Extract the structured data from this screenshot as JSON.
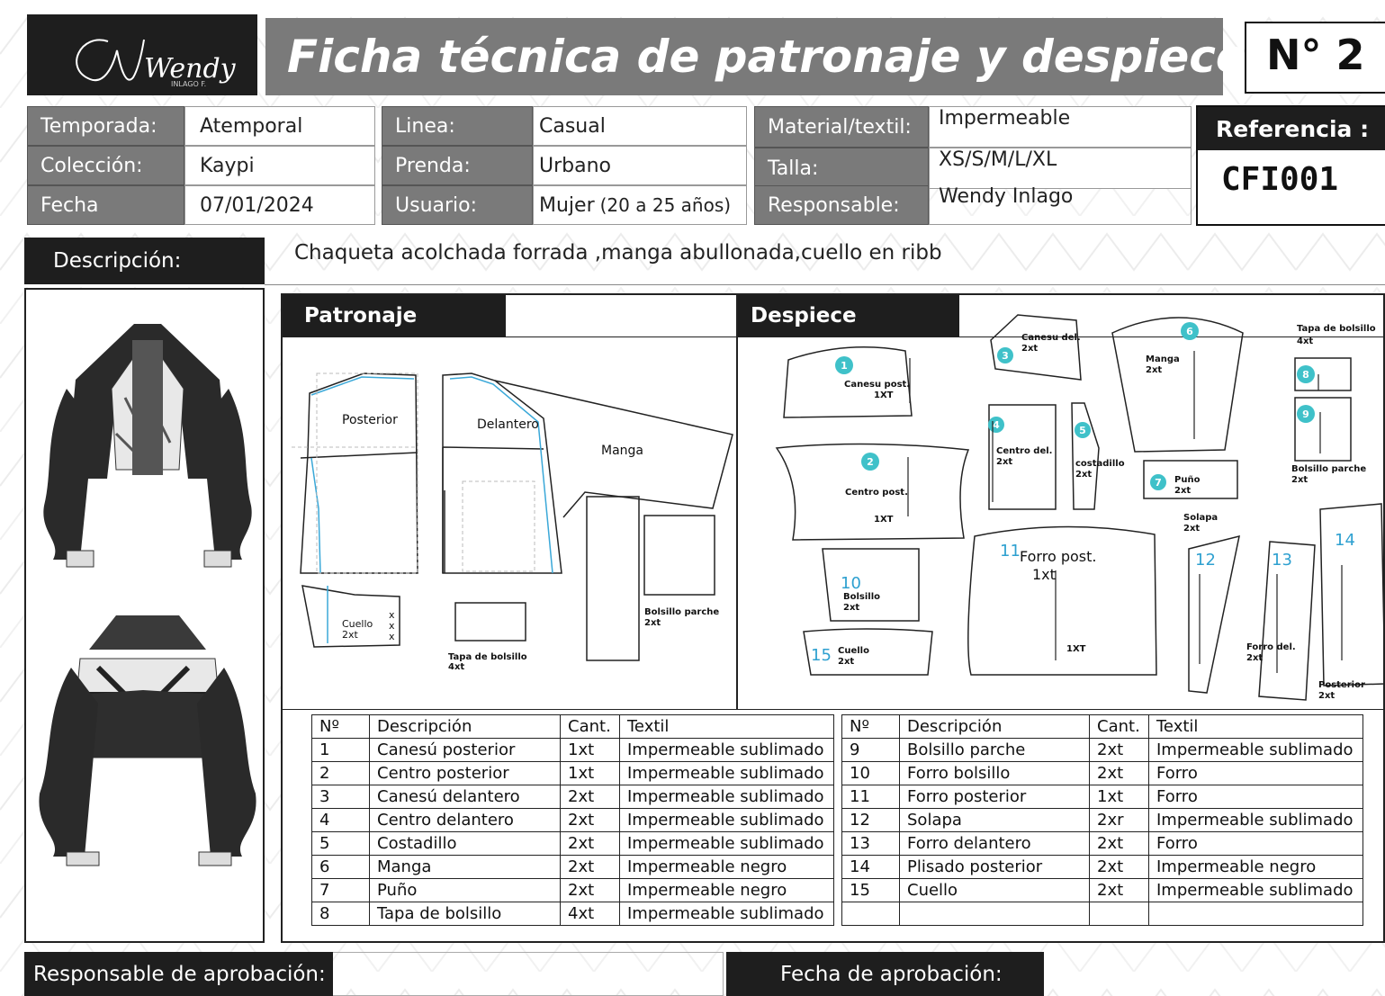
{
  "header": {
    "logo_text": "Wendy",
    "logo_sub": "INLAGO F.",
    "title": "Ficha técnica de patronaje y despiece",
    "number": "N° 2"
  },
  "info": {
    "temporada_label": "Temporada:",
    "temporada": "Atemporal",
    "coleccion_label": "Colección:",
    "coleccion": "Kaypi",
    "fecha_label": "Fecha",
    "fecha": "07/01/2024",
    "linea_label": "Linea:",
    "linea": "Casual",
    "prenda_label": "Prenda:",
    "prenda": "Urbano",
    "usuario_label": "Usuario:",
    "usuario": "Mujer",
    "usuario_extra": "(20 a 25 años)",
    "material_label": "Material/textil:",
    "material": "Impermeable",
    "talla_label": "Talla:",
    "talla": "XS/S/M/L/XL",
    "responsable_label": "Responsable:",
    "responsable": "Wendy Inlago",
    "referencia_label": "Referencia :",
    "referencia": "CFI001"
  },
  "descripcion": {
    "label": "Descripción:",
    "value": "Chaqueta acolchada forrada ,manga abullonada,cuello en ribb"
  },
  "patronaje": {
    "heading": "Patronaje",
    "labels": {
      "posterior": "Posterior",
      "delantero": "Delantero",
      "manga": "Manga",
      "cuello": "Cuello",
      "cuello_qty": "2xt",
      "tapa": "Tapa de bolsillo",
      "tapa_qty": "4xt",
      "bolsillo": "Bolsillo parche",
      "bolsillo_qty": "2xt"
    }
  },
  "despiece": {
    "heading": "Despiece",
    "labels": {
      "canesu_post": "Canesu post.",
      "canesu_post_qty": "1XT",
      "centro_post": "Centro post.",
      "centro_post_qty": "1XT",
      "canesu_del": "Canesu del.",
      "canesu_del_qty": "2xt",
      "centro_del": "Centro del.",
      "centro_del_qty": "2xt",
      "costadillo": "costadillo",
      "costadillo_qty": "2xt",
      "manga": "Manga",
      "manga_qty": "2xt",
      "puno": "Puño",
      "puno_qty": "2xt",
      "tapa": "Tapa de bolsillo",
      "tapa_qty": "4xt",
      "bolsillo_parche": "Bolsillo parche",
      "bolsillo_parche_qty": "2xt",
      "bolsillo": "Bolsillo",
      "bolsillo_qty": "2xt",
      "forro_post": "Forro post.",
      "forro_post_qty": "1xt",
      "forro_post_qty2": "1XT",
      "solapa": "Solapa",
      "solapa_qty": "2xt",
      "forro_del": "Forro del.",
      "forro_del_qty": "2xt",
      "posterior": "Posterior",
      "posterior_qty": "2xt",
      "cuello": "Cuello",
      "cuello_qty": "2xt",
      "n1": "1",
      "n2": "2",
      "n3": "3",
      "n4": "4",
      "n5": "5",
      "n6": "6",
      "n7": "7",
      "n8": "8",
      "n9": "9",
      "n10": "10",
      "n11": "11",
      "n12": "12",
      "n13": "13",
      "n14": "14",
      "n15": "15",
      "x": "x"
    }
  },
  "table_headers": [
    "Nº",
    "Descripción",
    "Cant.",
    "Textil"
  ],
  "table_left": [
    [
      "1",
      "Canesú posterior",
      "1xt",
      "Impermeable sublimado"
    ],
    [
      "2",
      "Centro posterior",
      "1xt",
      "Impermeable sublimado"
    ],
    [
      "3",
      "Canesú delantero",
      "2xt",
      "Impermeable sublimado"
    ],
    [
      "4",
      "Centro delantero",
      "2xt",
      "Impermeable sublimado"
    ],
    [
      "5",
      "Costadillo",
      "2xt",
      "Impermeable sublimado"
    ],
    [
      "6",
      "Manga",
      "2xt",
      "Impermeable negro"
    ],
    [
      "7",
      "Puño",
      "2xt",
      "Impermeable negro"
    ],
    [
      "8",
      "Tapa de bolsillo",
      "4xt",
      "Impermeable sublimado"
    ]
  ],
  "table_right": [
    [
      "9",
      "Bolsillo parche",
      "2xt",
      "Impermeable sublimado"
    ],
    [
      "10",
      "Forro bolsillo",
      "2xt",
      "Forro"
    ],
    [
      "11",
      "Forro posterior",
      "1xt",
      "Forro"
    ],
    [
      "12",
      "Solapa",
      "2xr",
      "Impermeable sublimado"
    ],
    [
      "13",
      "Forro delantero",
      "2xt",
      "Forro"
    ],
    [
      "14",
      "Plisado posterior",
      "2xt",
      "Impermeable negro"
    ],
    [
      "15",
      "Cuello",
      "2xt",
      "Impermeable sublimado"
    ],
    [
      "",
      "",
      "",
      ""
    ]
  ],
  "footer": {
    "responsable_label": "Responsable de aprobación:",
    "fecha_label": "Fecha de aprobación:"
  },
  "colors": {
    "dark": "#1e1e1e",
    "gray": "#7a7a7a",
    "accent": "#3aa8d8",
    "teal": "#3fc1c9"
  }
}
